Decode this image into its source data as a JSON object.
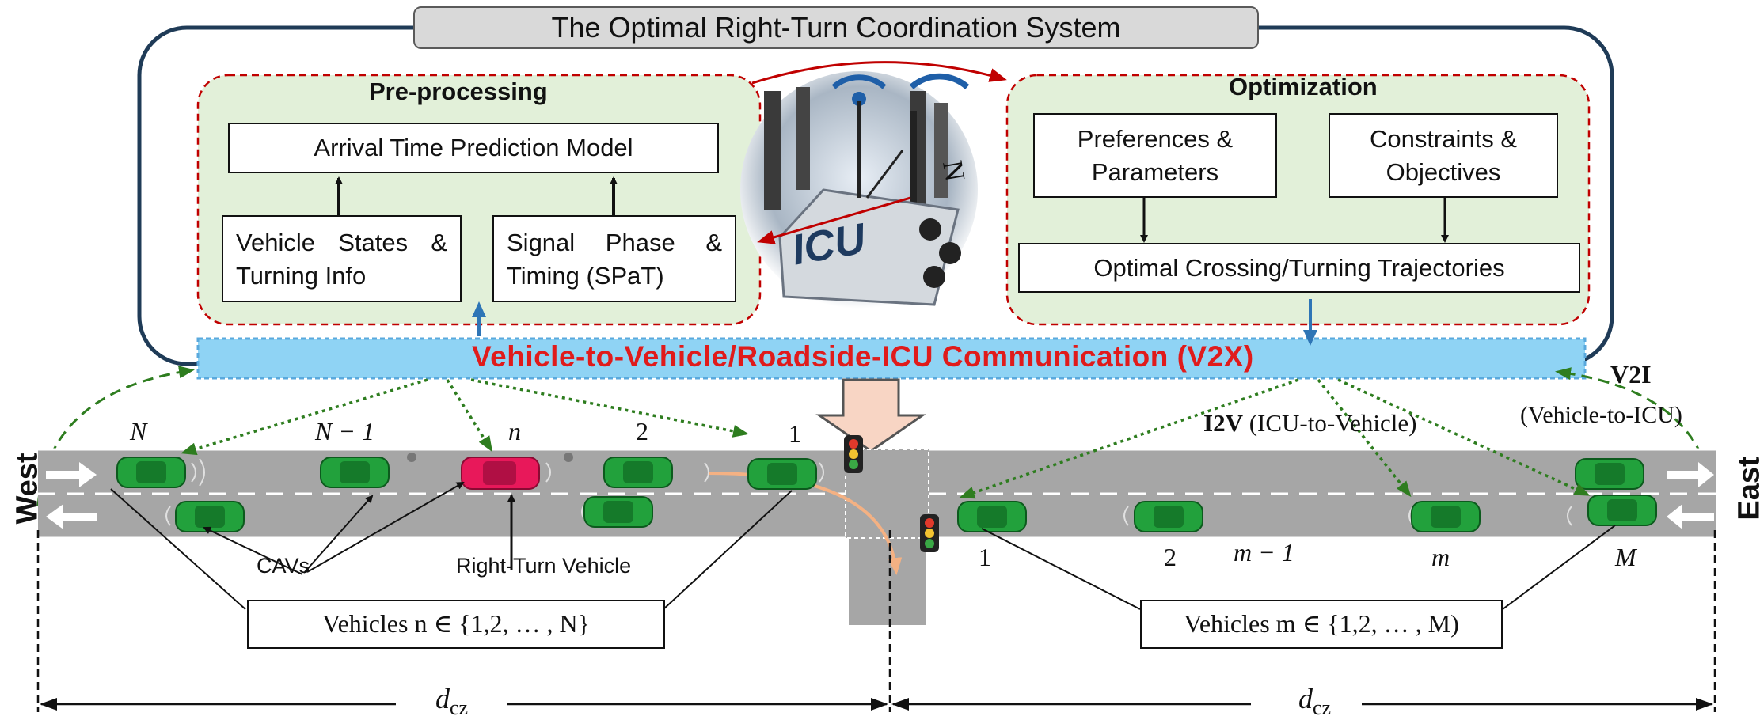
{
  "title": "The Optimal Right-Turn Coordination System",
  "preprocessing": {
    "header": "Pre-processing",
    "arrival_model": "Arrival Time Prediction Model",
    "vehicle_states_line1": "Vehicle States &",
    "vehicle_states_line2": "Turning Info",
    "spat_line1": "Signal Phase &",
    "spat_line2": "Timing (SPaT)"
  },
  "optimization": {
    "header": "Optimization",
    "preferences_line1": "Preferences &",
    "preferences_line2": "Parameters",
    "constraints_line1": "Constraints &",
    "constraints_line2": "Objectives",
    "trajectories": "Optimal Crossing/Turning Trajectories"
  },
  "icu": {
    "label": "ICU",
    "north": "N"
  },
  "v2x_label": "Vehicle-to-Vehicle/Roadside-ICU Communication (V2X)",
  "v2i": {
    "title": "V2I",
    "subtitle": "(Vehicle-to-ICU)"
  },
  "i2v": {
    "title": "I2V",
    "subtitle": "(ICU-to-Vehicle)"
  },
  "directions": {
    "west": "West",
    "east": "East"
  },
  "west_vehicles": {
    "labels": [
      "N",
      "N − 1",
      "n",
      "2",
      "1"
    ]
  },
  "east_vehicles": {
    "labels": [
      "1",
      "2",
      "m − 1",
      "m",
      "M"
    ]
  },
  "callouts": {
    "cavs": "CAVs",
    "right_turn_vehicle": "Right-Turn Vehicle",
    "vehicles_n": "Vehicles n ∈ {1,2, … , N}",
    "vehicles_m": "Vehicles m ∈ {1,2, … , M)"
  },
  "distance": {
    "symbol": "d",
    "subscript": "cz"
  },
  "colors": {
    "panel_fill": "#e2f0d9",
    "panel_border": "#c00000",
    "system_border": "#1f3b57",
    "v2x_band": "#8fd3f4",
    "v2x_text": "#e01b1b",
    "road": "#a6a6a6",
    "cav": "#22a13c",
    "right_turn_vehicle": "#e8185a",
    "v2v_arrow": "#2e7d1f",
    "turn_path": "#f4b183"
  }
}
